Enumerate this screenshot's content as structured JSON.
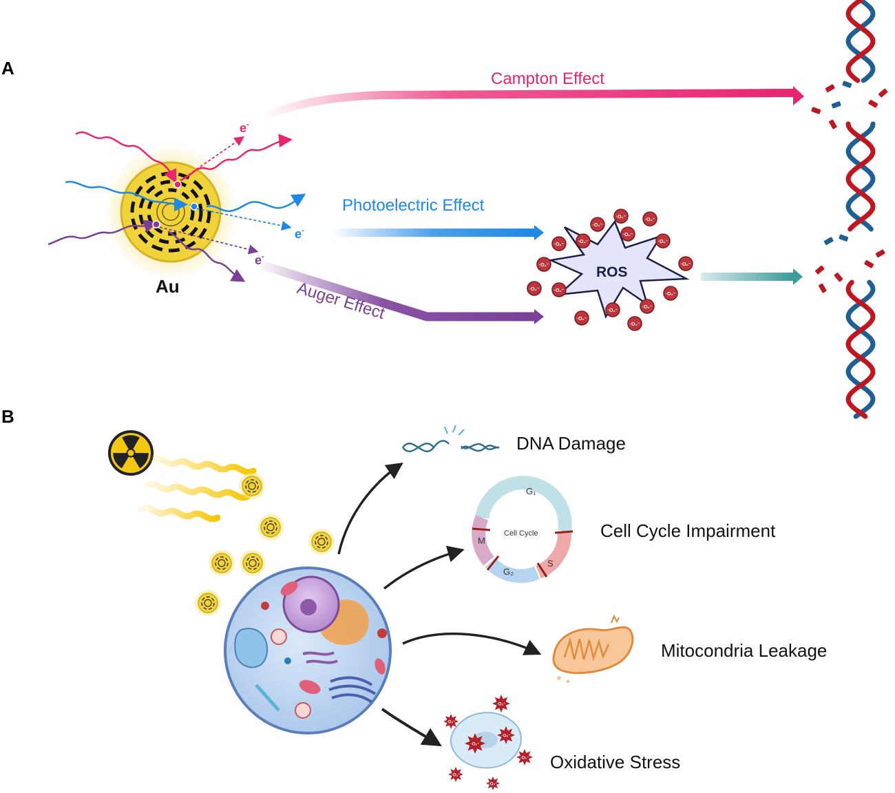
{
  "panels": {
    "a": "A",
    "b": "B"
  },
  "panel_a": {
    "atom_label": "Au",
    "electron_symbol": "e",
    "electron_charge": "-",
    "compton_label": "Campton Effect",
    "photoelectric_label": "Photoelectric Effect",
    "auger_label": "Auger Effect",
    "ros_label": "ROS",
    "radical_symbol": "·O₂⁻"
  },
  "panel_b": {
    "outcomes": {
      "dna": "DNA Damage",
      "cell_cycle": "Cell Cycle Impairment",
      "mito": "Mitocondria Leakage",
      "oxidative": "Oxidative Stress"
    },
    "cell_cycle": {
      "center": "Cell Cycle",
      "g1": "G₁",
      "s": "S",
      "g2": "G₂",
      "m": "M"
    }
  },
  "colors": {
    "compton": "#e8246f",
    "photoelectric": "#1e88e5",
    "auger": "#7b3f98",
    "ros_arrow": "#3b9a9a",
    "dna_red": "#c0161f",
    "dna_blue": "#1f5f94",
    "gold": "#f2d23a"
  }
}
